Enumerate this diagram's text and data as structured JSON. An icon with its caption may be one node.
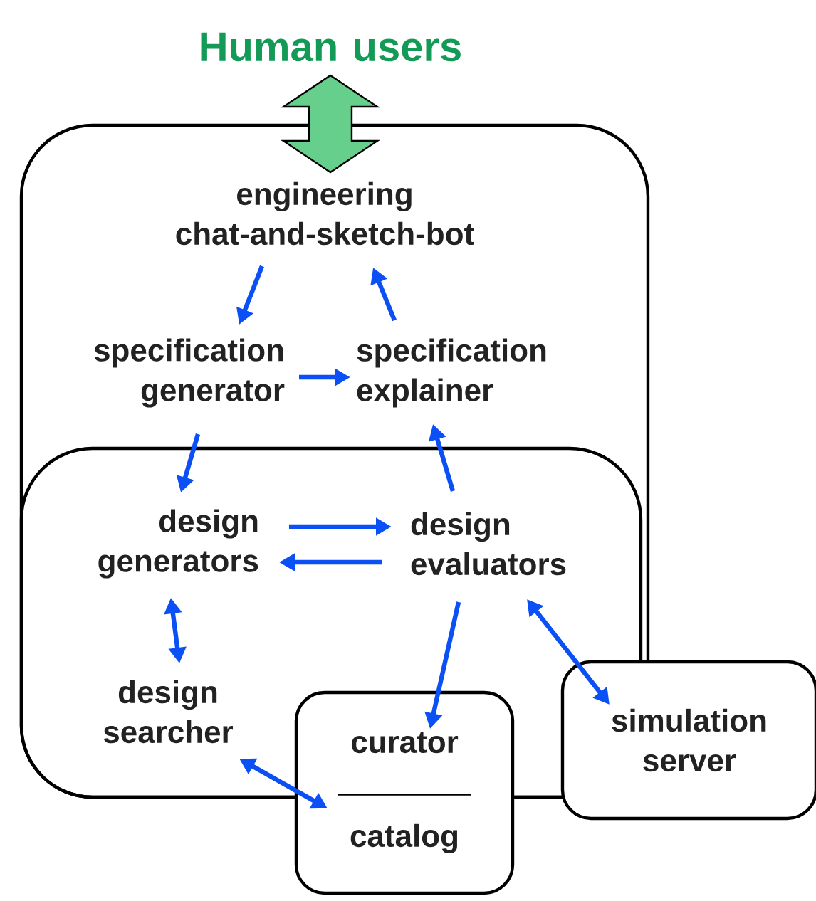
{
  "diagram": {
    "nodes": [
      {
        "text": [
          "Human users"
        ]
      },
      {
        "text": [],
        "shape": "box"
      },
      {
        "text": [
          "engineering chat-and-sketch-bot"
        ],
        "in": 1
      },
      {
        "text": [
          "specification generator"
        ],
        "in": 1
      },
      {
        "text": [
          "specification explainer"
        ],
        "in": 1
      },
      {
        "text": [],
        "shape": "box",
        "in": 1
      },
      {
        "text": [
          "design generators"
        ],
        "in": 5
      },
      {
        "text": [
          "design evaluators"
        ],
        "in": 5
      },
      {
        "text": [
          "design searcher"
        ],
        "in": 5
      },
      {
        "text": [
          "curator",
          "catalog"
        ]
      },
      {
        "text": [
          "simulation server"
        ]
      }
    ],
    "edges": [
      {
        "from": 0,
        "to": 2,
        "arrow": "both",
        "style": "thick",
        "color": "#66cf8c"
      },
      {
        "from": 2,
        "to": 3,
        "arrow": "to"
      },
      {
        "from": 4,
        "to": 2,
        "arrow": "to"
      },
      {
        "from": 3,
        "to": 4,
        "arrow": "to"
      },
      {
        "from": 3,
        "to": 6,
        "arrow": "to"
      },
      {
        "from": 7,
        "to": 4,
        "arrow": "to"
      },
      {
        "from": 6,
        "to": 7,
        "arrow": "to"
      },
      {
        "from": 7,
        "to": 6,
        "arrow": "to"
      },
      {
        "from": 6,
        "to": 8,
        "arrow": "both"
      },
      {
        "from": 7,
        "to": 9,
        "arrow": "to"
      },
      {
        "from": 7,
        "to": 10,
        "arrow": "both"
      },
      {
        "from": 8,
        "to": 9,
        "arrow": "both"
      }
    ]
  }
}
